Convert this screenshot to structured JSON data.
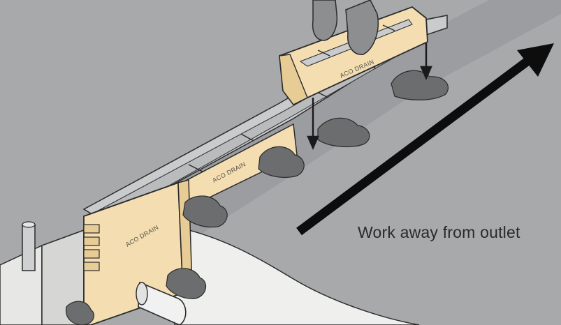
{
  "annotation": {
    "text": "Work away from outlet"
  },
  "channel_stamps": [
    {
      "text": "ACO DRAIN"
    },
    {
      "text": "ACO DRAIN"
    },
    {
      "text": "ACO DRAIN"
    }
  ],
  "colors": {
    "ground": "#a7a9ab",
    "trench_shadow": "#8f9193",
    "channel_fill": "#f3ddb1",
    "channel_side": "#e8cc95",
    "concrete_clump": "#6b6d6f",
    "grate": "#b9bbbd",
    "outline": "#2b2b2b",
    "arrow": "#0d0d0d",
    "glove": "#8c8e90"
  },
  "icons": {
    "direction": "diagonal-arrow-icon",
    "gloves": "gloved-hands-icon"
  }
}
